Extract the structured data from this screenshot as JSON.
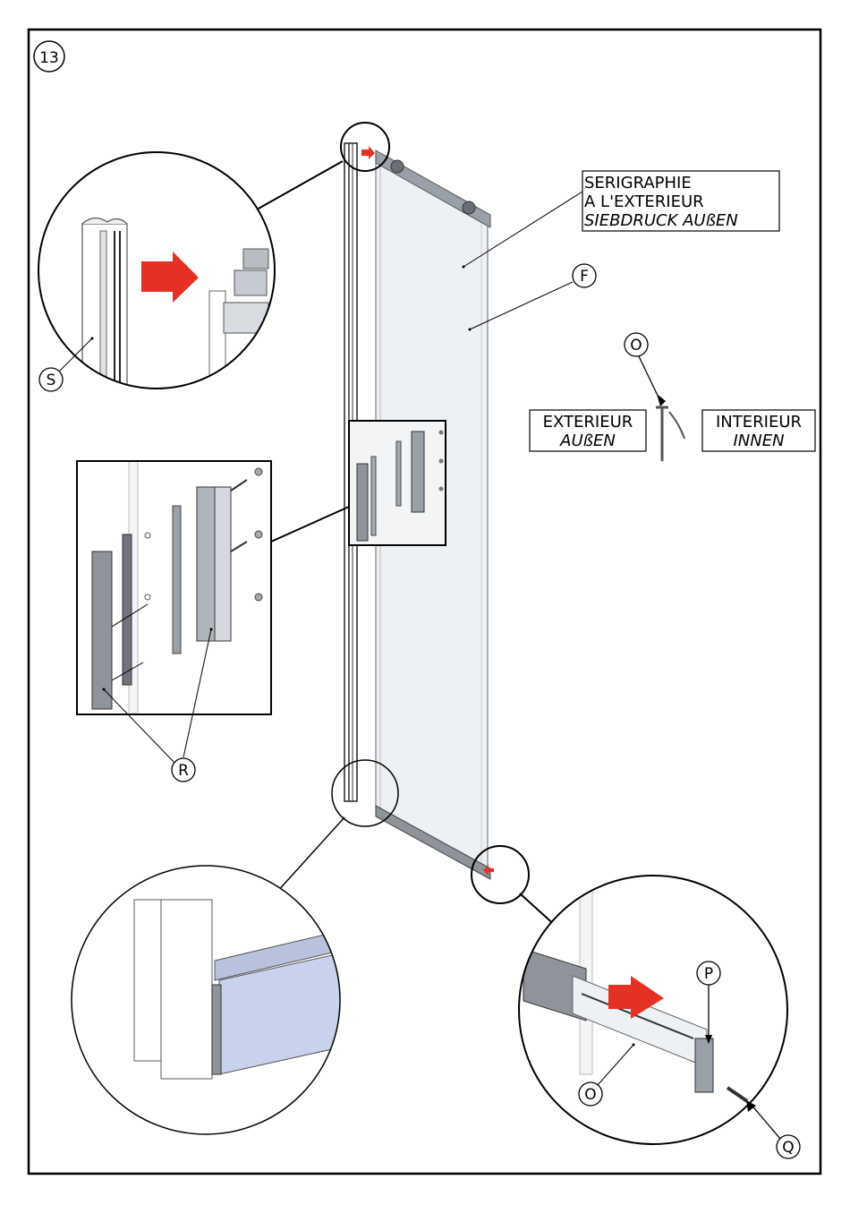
{
  "step": {
    "number": "13"
  },
  "notes": {
    "serigraphy": {
      "line1": "SERIGRAPHIE",
      "line2": "A L'EXTERIEUR",
      "line3": "SIEBDRUCK AUßEN"
    },
    "exterior": {
      "fr": "EXTERIEUR",
      "de": "AUßEN"
    },
    "interior": {
      "fr": "INTERIEUR",
      "de": "INNEN"
    }
  },
  "callouts": {
    "f": "F",
    "o_top": "O",
    "s": "S",
    "r": "R",
    "p": "P",
    "o_bottom": "O",
    "q": "Q"
  },
  "colors": {
    "arrow": "#e53124",
    "glass": "#eef1f4",
    "metal": "#8f949a",
    "highlight": "#c9d2ec"
  }
}
